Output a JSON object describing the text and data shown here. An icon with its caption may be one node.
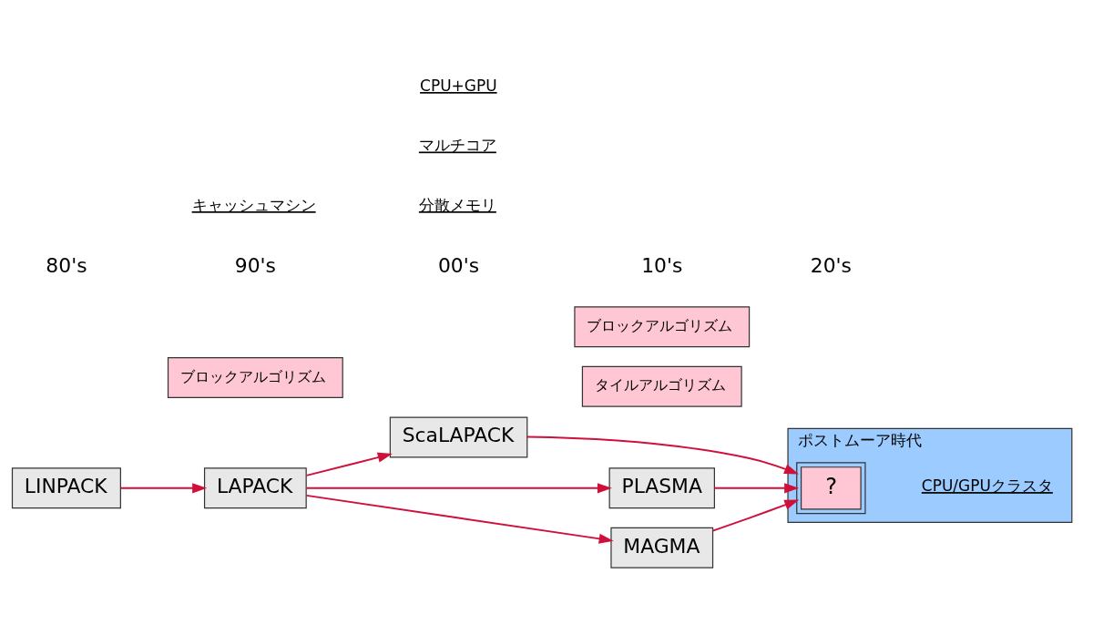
{
  "diagram": {
    "nodes": [
      {
        "text": [
          "LINPACK"
        ]
      },
      {
        "text": [
          "ブロックアルゴリズム"
        ]
      },
      {
        "text": [
          "LAPACK"
        ]
      },
      {
        "text": [
          "ScaLAPACK"
        ]
      },
      {
        "text": [
          "タイルアルゴリズム"
        ]
      },
      {
        "text": [
          "PLASMA"
        ]
      },
      {
        "text": [
          "MAGMA"
        ]
      },
      {
        "text": [
          "ブロックアルゴリズム"
        ]
      },
      {
        "text": [
          "ポストムーア時代"
        ]
      },
      {
        "text": [
          "?"
        ],
        "in": 8,
        "beside": [
          "CPU/GPUクラスタ"
        ]
      }
    ],
    "edges": [
      {
        "from": 0,
        "to": 2,
        "arrow": "to"
      },
      {
        "from": 2,
        "to": 3,
        "arrow": "to"
      },
      {
        "from": 2,
        "to": 5,
        "arrow": "to"
      },
      {
        "from": 2,
        "to": 6,
        "arrow": "to"
      },
      {
        "from": 3,
        "to": 9,
        "arrow": "to"
      },
      {
        "from": 5,
        "to": 9,
        "arrow": "to"
      },
      {
        "from": 6,
        "to": 9,
        "arrow": "to"
      }
    ],
    "labels": [
      "80's",
      "90's",
      "00's",
      "10's",
      "20's",
      "キャッシュマシン",
      "分散メモリ",
      "マルチコア",
      "CPU+GPU"
    ]
  }
}
